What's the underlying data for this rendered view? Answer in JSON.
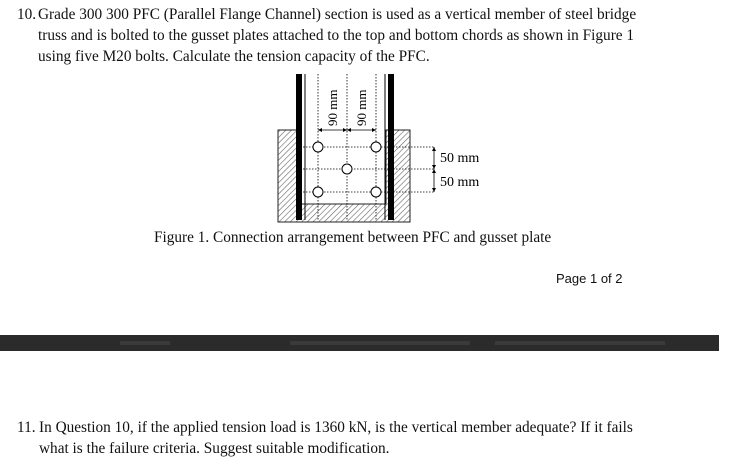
{
  "question10": {
    "number": "10.",
    "lines": [
      "Grade 300 300 PFC (Parallel Flange Channel) section is used as a vertical member of steel bridge",
      "truss and is bolted to the gusset plates attached to the top and bottom chords as shown in Figure 1",
      "using five M20 bolts. Calculate the tension capacity of the PFC."
    ]
  },
  "figure": {
    "dim_left": "90 mm",
    "dim_right": "90 mm",
    "dim_top_pitch": "50 mm",
    "dim_bottom_pitch": "50 mm",
    "caption": "Figure 1. Connection arrangement between PFC and gusset plate"
  },
  "page_label": "Page 1 of 2",
  "question11": {
    "number": "11.",
    "lines": [
      "In Question 10, if the applied tension load is 1360 kN, is the vertical member adequate? If it fails",
      "what is the failure criteria. Suggest suitable modification."
    ]
  },
  "colors": {
    "divider": "#2b2b2b",
    "hatch": "#555555",
    "text": "#111111"
  }
}
